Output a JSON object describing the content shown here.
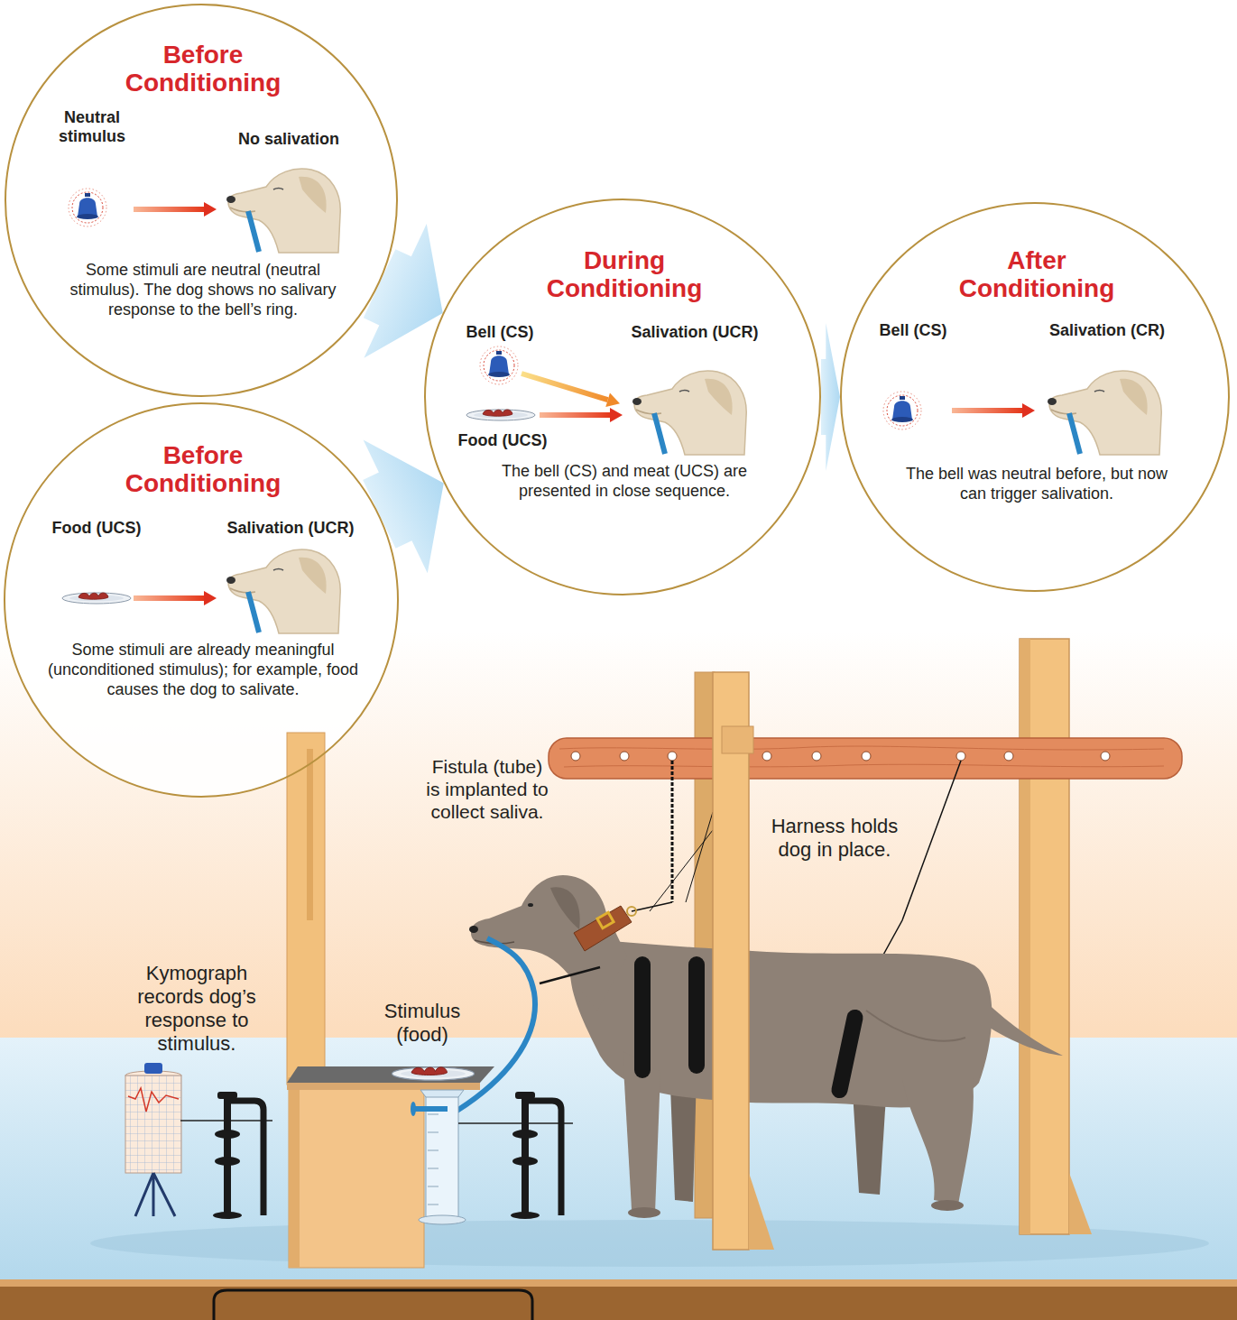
{
  "diagram": {
    "nodes": [
      {
        "text": [
          "Before Conditioning",
          "Neutral stimulus",
          "No salivation",
          "Some stimuli are neutral (neutral stimulus). The dog shows no salivary response to the bell’s ring."
        ]
      },
      {
        "text": [
          "Before Conditioning",
          "Food (UCS)",
          "Salivation (UCR)",
          "Some stimuli are already meaningful (unconditioned stimulus); for example, food causes the dog to salivate."
        ]
      },
      {
        "text": [
          "During Conditioning",
          "Bell (CS)",
          "Salivation (UCR)",
          "Food (UCS)",
          "The bell (CS) and meat (UCS) are presented in close sequence."
        ]
      },
      {
        "text": [
          "After Conditioning",
          "Bell (CS)",
          "Salivation (CR)",
          "The bell was neutral before, but now can trigger salivation."
        ]
      }
    ],
    "edges": [
      {
        "from": 0,
        "to": 2,
        "arrow": "to"
      },
      {
        "from": 1,
        "to": 2,
        "arrow": "to"
      },
      {
        "from": 2,
        "to": 3,
        "arrow": "to"
      }
    ],
    "labels": [
      "Fistula (tube) is implanted to collect saliva.",
      "Harness holds dog in place.",
      "Kymograph records dog’s response to stimulus.",
      "Stimulus (food)"
    ]
  }
}
